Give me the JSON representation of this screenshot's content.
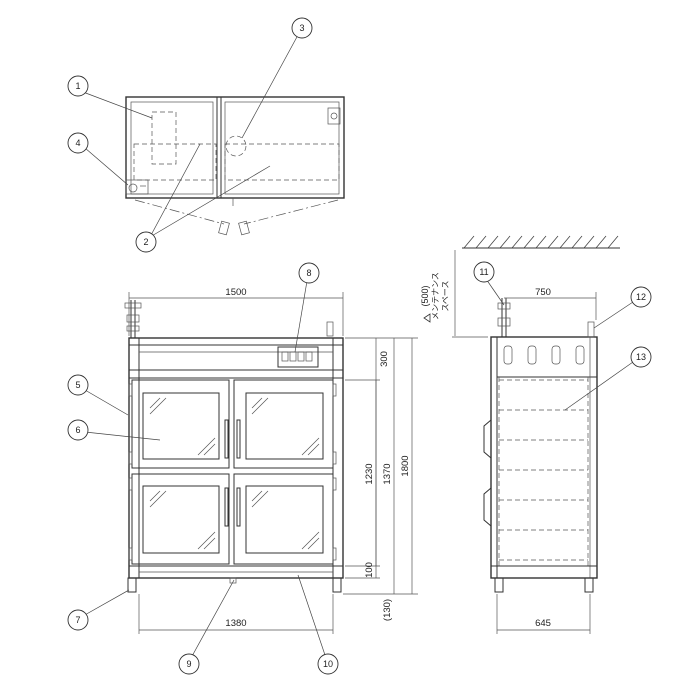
{
  "callouts": [
    "1",
    "2",
    "2",
    "3",
    "4",
    "5",
    "6",
    "7",
    "8",
    "9",
    "10",
    "11",
    "12",
    "13"
  ],
  "dimensions": {
    "overall_width": "1500",
    "inner_width": "1380",
    "top_section": "300",
    "door_height": "1230",
    "body_height": "1370",
    "total_height": "1800",
    "base_height": "100",
    "leg_height": "(130)",
    "side_width": "750",
    "side_base_width": "645"
  },
  "maintenance": {
    "label_line1": "(500)",
    "label_line2": "メンテナンス",
    "label_line3": "スペース"
  }
}
